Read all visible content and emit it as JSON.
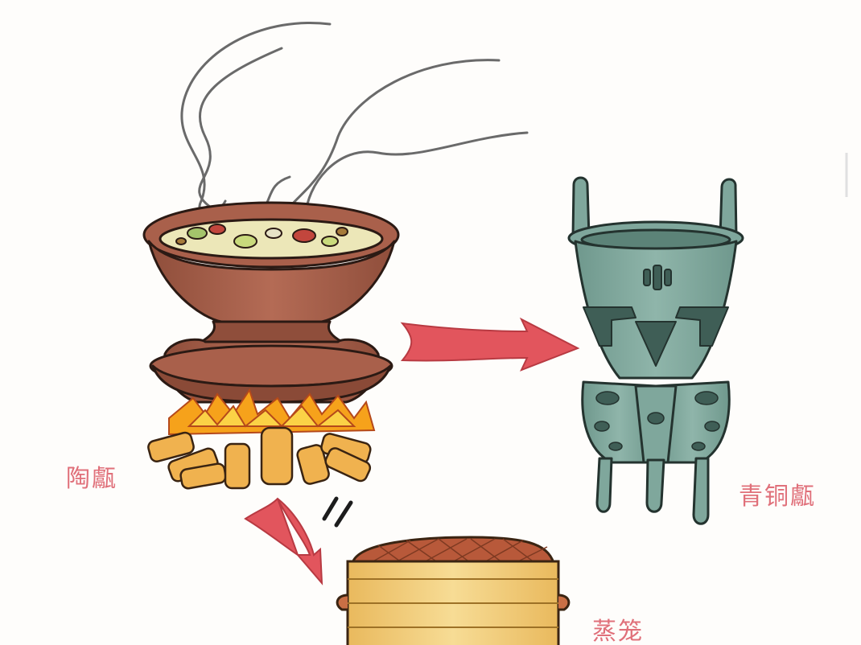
{
  "labels": {
    "taoyan": "陶甗",
    "bronze_yan": "青铜甗",
    "steamer": "蒸笼"
  },
  "colors": {
    "label": "#e0707a",
    "arrow": "#e2555d",
    "pottery": "#a9604b",
    "pottery_dark": "#7e4434",
    "bronze": "#7fa79c",
    "bronze_dark": "#4a6b62",
    "flame": "#f6a21b",
    "wood": "#f0b24f",
    "bamboo": "#f4d27e",
    "steamer_lid": "#b8593a"
  },
  "icons": [
    "steam-icon",
    "fire-icon",
    "equals-icon"
  ]
}
